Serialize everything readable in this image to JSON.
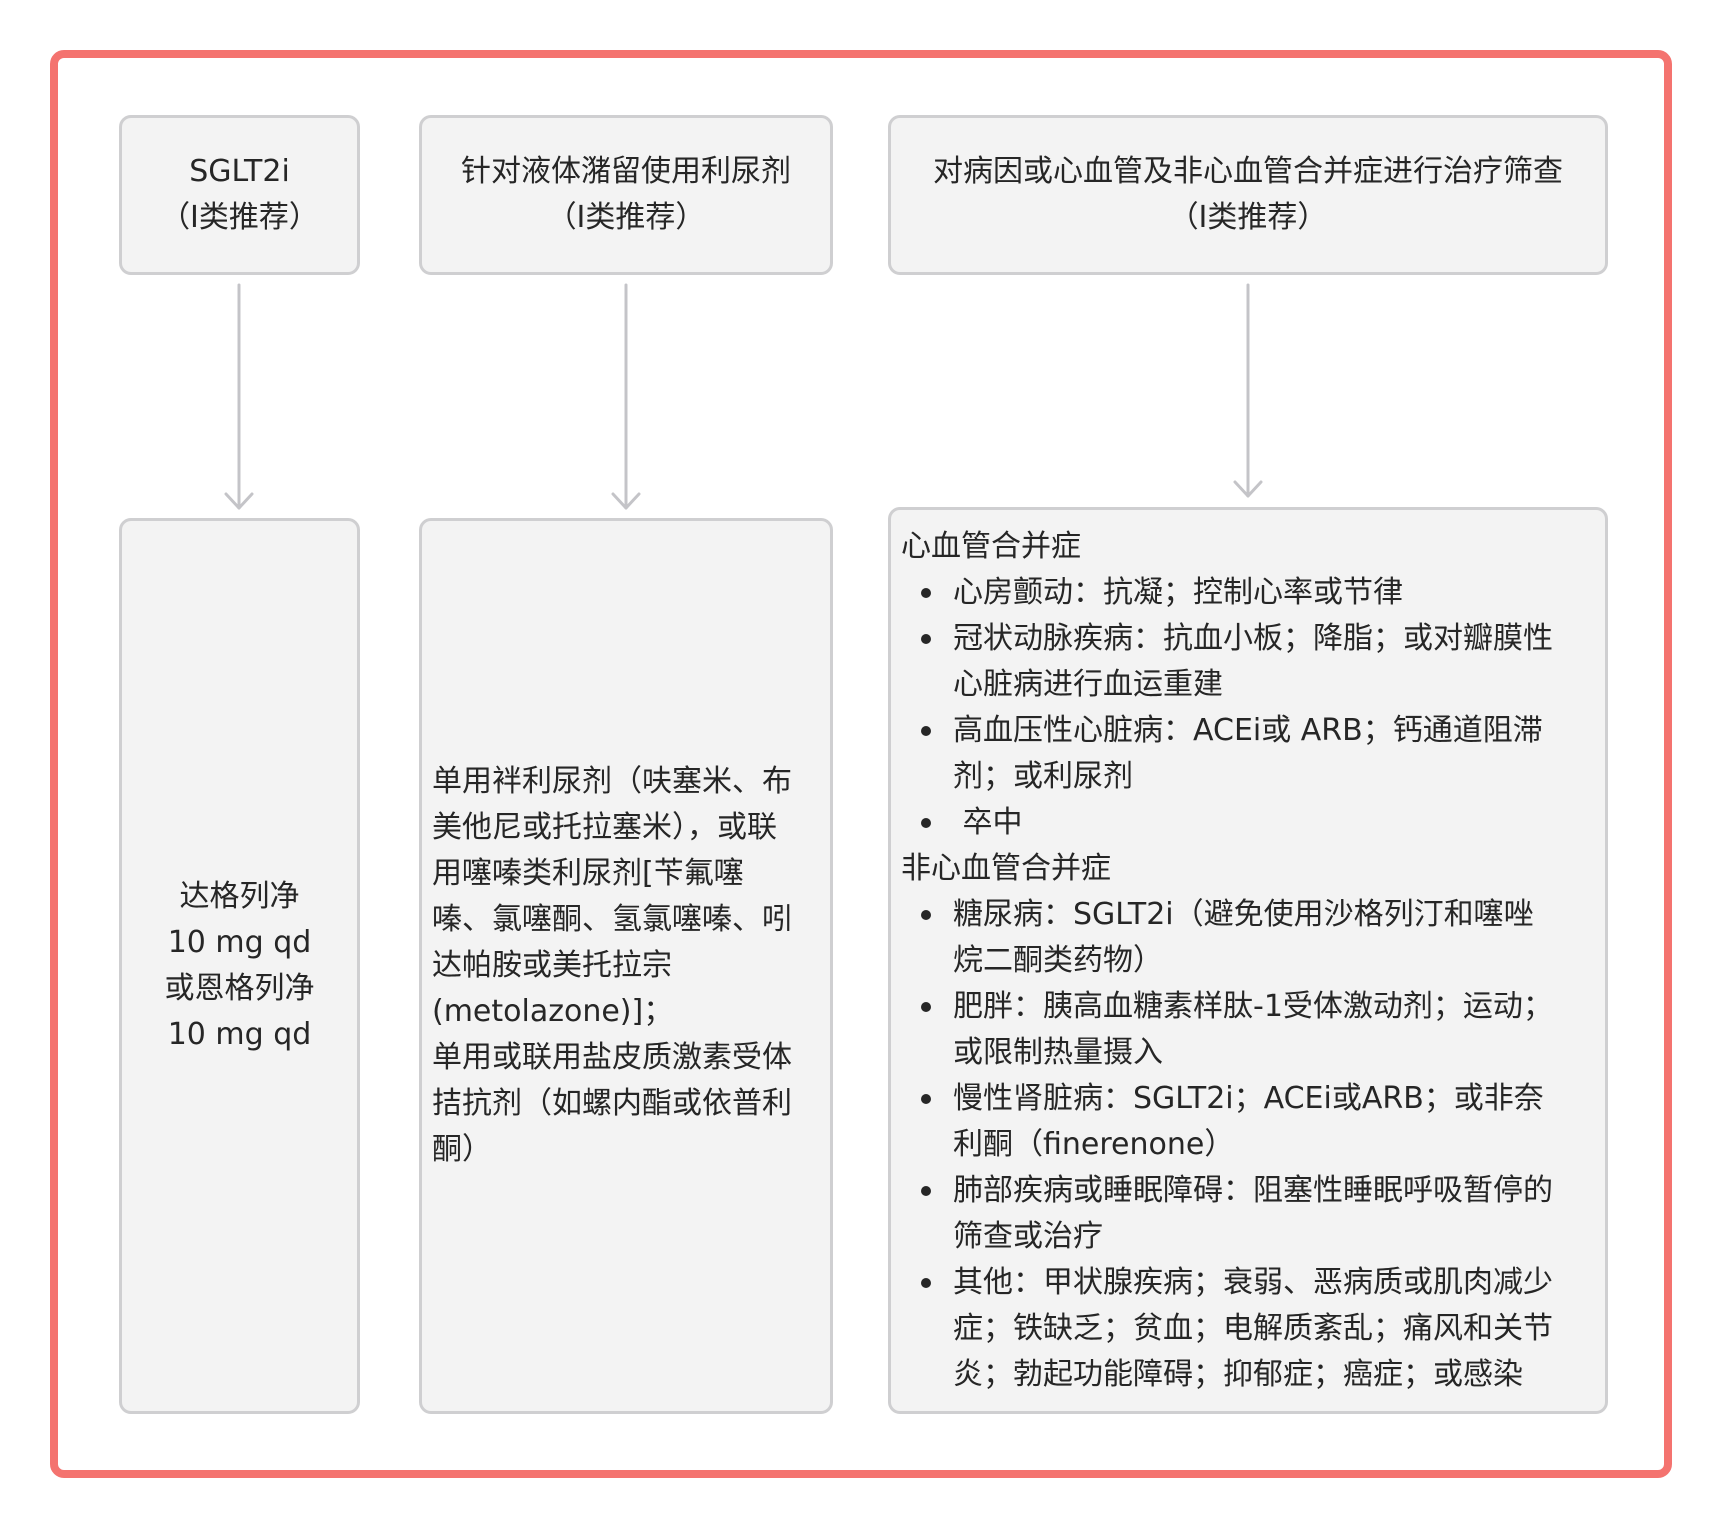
{
  "columns": [
    {
      "header": {
        "line1": "SGLT2i",
        "line2": "（I类推荐）"
      },
      "body_lines": [
        "达格列净",
        "10 mg qd",
        "或恩格列净",
        "10 mg qd"
      ]
    },
    {
      "header": {
        "line1": "针对液体潴留使用利尿剂",
        "line2": "（I类推荐）"
      },
      "body_lines": [
        "单用袢利尿剂（呋塞米、布",
        "美他尼或托拉塞米），或联",
        "用噻嗪类利尿剂[苄氟噻",
        "嗪、氯噻酮、氢氯噻嗪、吲",
        "达帕胺或美托拉宗",
        "(metolazone)]；",
        "单用或联用盐皮质激素受体",
        "拮抗剂（如螺内酯或依普利",
        "酮）"
      ]
    },
    {
      "header": {
        "line1": "对病因或心血管及非心血管合并症进行治疗筛查",
        "line2": "（I类推荐）"
      },
      "cardiovascular": {
        "title": "心血管合并症",
        "items": [
          [
            "心房颤动：抗凝；控制心率或节律"
          ],
          [
            "冠状动脉疾病：抗血小板；降脂；或对瓣膜性",
            "心脏病进行血运重建"
          ],
          [
            "高血压性心脏病：ACEi或 ARB；钙通道阻滞",
            "剂；或利尿剂"
          ],
          [
            " 卒中"
          ]
        ]
      },
      "non_cardiovascular": {
        "title": "非心血管合并症",
        "items": [
          [
            "糖尿病：SGLT2i（避免使用沙格列汀和噻唑",
            "烷二酮类药物）"
          ],
          [
            "肥胖：胰高血糖素样肽-1受体激动剂；运动；",
            "或限制热量摄入"
          ],
          [
            "慢性肾脏病：SGLT2i；ACEi或ARB；或非奈",
            "利酮（finerenone）"
          ],
          [
            "肺部疾病或睡眠障碍：阻塞性睡眠呼吸暂停的",
            "筛查或治疗"
          ],
          [
            "其他：甲状腺疾病；衰弱、恶病质或肌肉减少",
            "症；铁缺乏；贫血；电解质紊乱；痛风和关节",
            "炎；勃起功能障碍；抑郁症；癌症；或感染"
          ]
        ]
      }
    }
  ],
  "colors": {
    "frame_border": "#f4736f",
    "box_fill": "#f3f3f3",
    "box_border": "#cfcfd1",
    "arrow": "#c4c4c8",
    "text": "#262626"
  }
}
